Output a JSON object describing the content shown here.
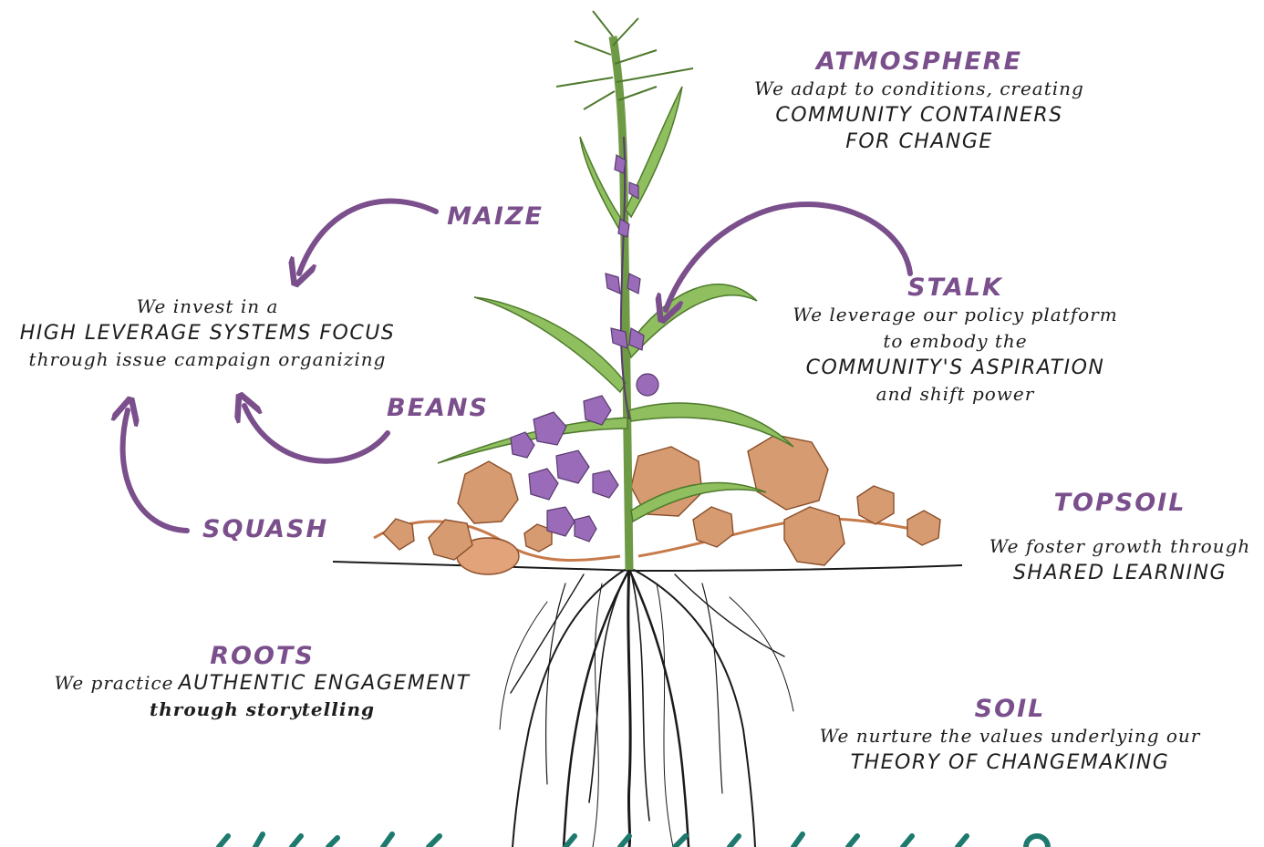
{
  "atmosphere": {
    "title": "ATMOSPHERE",
    "line1": "We adapt to conditions, creating",
    "line2": "COMMUNITY CONTAINERS",
    "line3": "FOR CHANGE"
  },
  "maize": {
    "label": "MAIZE"
  },
  "beans": {
    "label": "BEANS"
  },
  "squash": {
    "label": "SQUASH"
  },
  "three_sisters": {
    "line1": "We invest in a",
    "line2": "HIGH LEVERAGE SYSTEMS FOCUS",
    "line3": "through issue campaign organizing"
  },
  "stalk": {
    "title": "STALK",
    "line1": "We leverage our policy platform",
    "line2": "to embody the",
    "line3": "COMMUNITY'S ASPIRATION",
    "line4": "and shift power"
  },
  "topsoil": {
    "title": "TOPSOIL",
    "line1": "We foster growth through",
    "line2": "SHARED LEARNING"
  },
  "roots": {
    "title": "ROOTS",
    "line1_prefix": "We practice",
    "line1_caps": "AUTHENTIC ENGAGEMENT",
    "line2": "through storytelling"
  },
  "soil": {
    "title": "SOIL",
    "line1": "We nurture the values underlying our",
    "line2": "THEORY OF CHANGEMAKING"
  },
  "colors": {
    "heading": "#7a4f8c",
    "arrow": "#7a4f8c",
    "leaf": "#8fbf5e",
    "bean_leaf": "#9a6bb8",
    "squash_leaf": "#d79b72",
    "roots": "#1a1a1a",
    "footer_accent": "#1e7a6e"
  }
}
